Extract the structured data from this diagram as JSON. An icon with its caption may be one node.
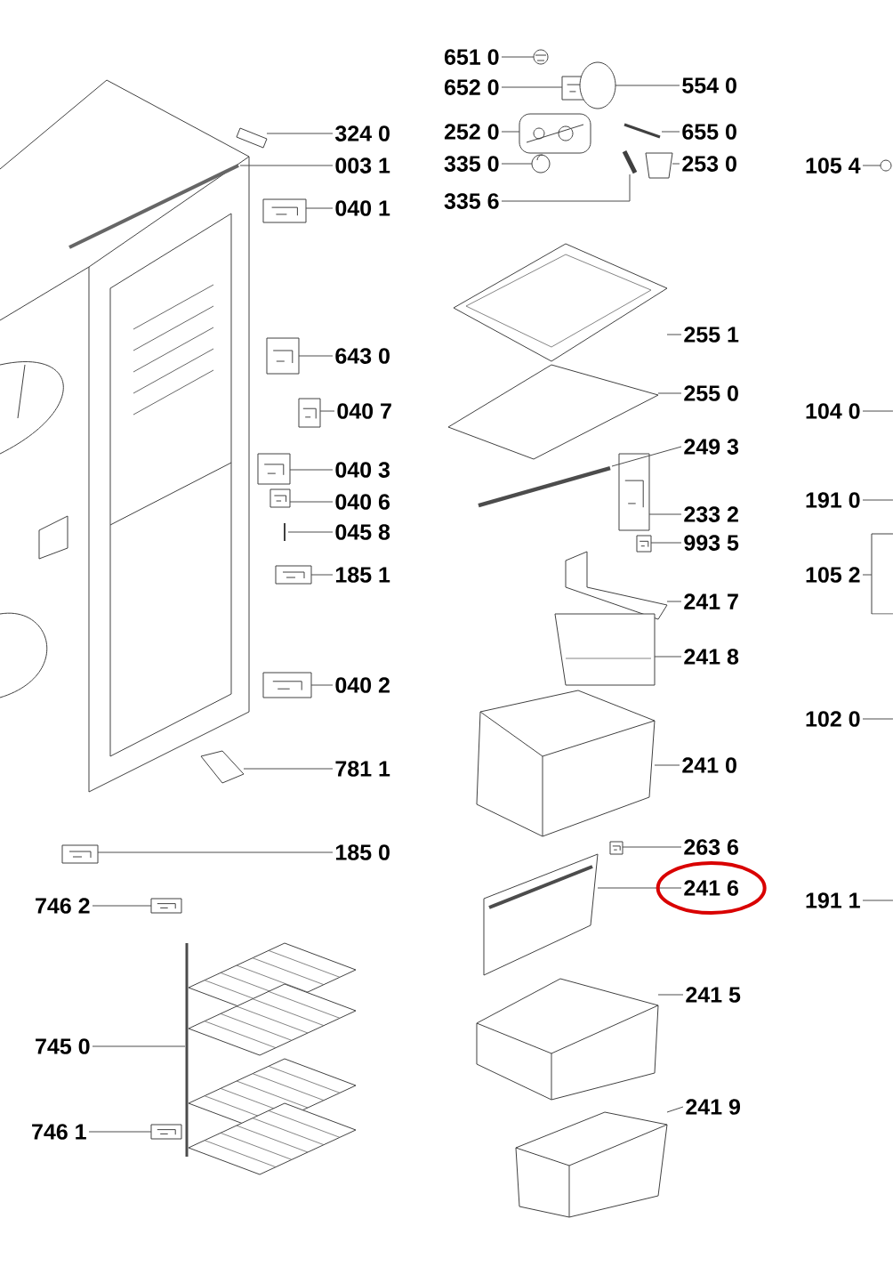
{
  "diagram": {
    "nodes": [
      {
        "text": [
          "651 0"
        ]
      },
      {
        "text": [
          "652 0"
        ]
      },
      {
        "text": [
          "554 0"
        ]
      },
      {
        "text": [
          "252 0"
        ]
      },
      {
        "text": [
          "655 0"
        ]
      },
      {
        "text": [
          "335 0"
        ]
      },
      {
        "text": [
          "253 0"
        ]
      },
      {
        "text": [
          "324 0"
        ]
      },
      {
        "text": [
          "003 1"
        ]
      },
      {
        "text": [
          "105 4"
        ]
      },
      {
        "text": [
          "335 6"
        ]
      },
      {
        "text": [
          "040 1"
        ]
      },
      {
        "text": [
          "255 1"
        ]
      },
      {
        "text": [
          "643 0"
        ]
      },
      {
        "text": [
          "255 0"
        ]
      },
      {
        "text": [
          "040 7"
        ]
      },
      {
        "text": [
          "104 0"
        ]
      },
      {
        "text": [
          "249 3"
        ]
      },
      {
        "text": [
          "040 3"
        ]
      },
      {
        "text": [
          "191 0"
        ]
      },
      {
        "text": [
          "040 6"
        ]
      },
      {
        "text": [
          "233 2"
        ]
      },
      {
        "text": [
          "045 8"
        ]
      },
      {
        "text": [
          "993 5"
        ]
      },
      {
        "text": [
          "185 1"
        ]
      },
      {
        "text": [
          "105 2"
        ]
      },
      {
        "text": [
          "241 7"
        ]
      },
      {
        "text": [
          "241 8"
        ]
      },
      {
        "text": [
          "040 2"
        ]
      },
      {
        "text": [
          "102 0"
        ]
      },
      {
        "text": [
          "241 0"
        ]
      },
      {
        "text": [
          "781 1"
        ]
      },
      {
        "text": [
          "263 6"
        ]
      },
      {
        "text": [
          "185 0"
        ]
      },
      {
        "text": [
          "241 6"
        ]
      },
      {
        "text": [
          "191 1"
        ]
      },
      {
        "text": [
          "746 2"
        ]
      },
      {
        "text": [
          "241 5"
        ]
      },
      {
        "text": [
          "745 0"
        ]
      },
      {
        "text": [
          "241 9"
        ]
      },
      {
        "text": [
          "746 1"
        ]
      },
      {
        "text": [],
        "shape": "picture"
      },
      {
        "text": [],
        "shape": "picture"
      },
      {
        "text": [],
        "shape": "picture"
      },
      {
        "text": [],
        "shape": "picture"
      },
      {
        "text": [],
        "shape": "picture"
      },
      {
        "text": [],
        "shape": "picture"
      },
      {
        "text": [],
        "shape": "picture"
      },
      {
        "text": [],
        "shape": "picture"
      },
      {
        "text": [],
        "shape": "picture"
      },
      {
        "text": [],
        "shape": "picture"
      },
      {
        "text": [],
        "shape": "picture"
      },
      {
        "text": [],
        "shape": "picture"
      },
      {
        "text": [],
        "shape": "picture"
      },
      {
        "text": [],
        "shape": "picture"
      },
      {
        "text": [],
        "shape": "picture"
      },
      {
        "text": [],
        "shape": "picture"
      },
      {
        "text": [],
        "shape": "picture"
      },
      {
        "text": [],
        "shape": "picture"
      },
      {
        "text": [],
        "shape": "picture"
      },
      {
        "text": [],
        "shape": "picture"
      },
      {
        "text": [],
        "shape": "picture"
      },
      {
        "text": [],
        "shape": "picture"
      },
      {
        "text": [],
        "shape": "picture"
      },
      {
        "text": [],
        "shape": "picture"
      },
      {
        "text": [],
        "shape": "picture"
      },
      {
        "text": [],
        "shape": "picture"
      },
      {
        "text": [],
        "shape": "picture"
      },
      {
        "text": [],
        "shape": "picture"
      },
      {
        "text": [],
        "shape": "picture"
      },
      {
        "text": [],
        "shape": "picture"
      },
      {
        "text": [],
        "shape": "picture"
      },
      {
        "text": [],
        "shape": "picture"
      },
      {
        "text": [],
        "shape": "picture"
      },
      {
        "text": [],
        "shape": "picture"
      },
      {
        "text": [],
        "shape": "picture"
      },
      {
        "text": [],
        "shape": "picture"
      },
      {
        "text": [],
        "shape": "picture"
      }
    ],
    "edges": [
      {
        "from": 0,
        "to": 41,
        "arrow": "none"
      },
      {
        "from": 1,
        "to": 42,
        "arrow": "none"
      },
      {
        "from": 2,
        "to": 43,
        "arrow": "none"
      },
      {
        "from": 3,
        "to": 44,
        "arrow": "none"
      },
      {
        "from": 4,
        "to": 45,
        "arrow": "none"
      },
      {
        "from": 5,
        "to": 46,
        "arrow": "none"
      },
      {
        "from": 6,
        "to": 47,
        "arrow": "none"
      },
      {
        "from": 7,
        "to": 48,
        "arrow": "none"
      },
      {
        "from": 8,
        "to": 49,
        "arrow": "none"
      },
      {
        "from": 9,
        "to": 50,
        "arrow": "none"
      },
      {
        "from": 10,
        "to": 51,
        "arrow": "none"
      },
      {
        "from": 11,
        "to": 52,
        "arrow": "none"
      },
      {
        "from": 12,
        "to": 53,
        "arrow": "none"
      },
      {
        "from": 13,
        "to": 54,
        "arrow": "none"
      },
      {
        "from": 14,
        "to": 55,
        "arrow": "none"
      },
      {
        "from": 15,
        "to": 56,
        "arrow": "none"
      },
      {
        "from": 16,
        "to": null,
        "arrow": "none"
      },
      {
        "from": 17,
        "to": 57,
        "arrow": "none"
      },
      {
        "from": 18,
        "to": 58,
        "arrow": "none"
      },
      {
        "from": 19,
        "to": null,
        "arrow": "none"
      },
      {
        "from": 20,
        "to": 59,
        "arrow": "none"
      },
      {
        "from": 21,
        "to": 60,
        "arrow": "none"
      },
      {
        "from": 22,
        "to": 61,
        "arrow": "none"
      },
      {
        "from": 23,
        "to": 62,
        "arrow": "none"
      },
      {
        "from": 24,
        "to": 63,
        "arrow": "none"
      },
      {
        "from": 25,
        "to": 64,
        "arrow": "none"
      },
      {
        "from": 26,
        "to": 65,
        "arrow": "none"
      },
      {
        "from": 27,
        "to": 66,
        "arrow": "none"
      },
      {
        "from": 28,
        "to": 67,
        "arrow": "none"
      },
      {
        "from": 29,
        "to": null,
        "arrow": "none"
      },
      {
        "from": 30,
        "to": 68,
        "arrow": "none"
      },
      {
        "from": 31,
        "to": 69,
        "arrow": "none"
      },
      {
        "from": 32,
        "to": 70,
        "arrow": "none"
      },
      {
        "from": 33,
        "to": 71,
        "arrow": "none"
      },
      {
        "from": 34,
        "to": 72,
        "arrow": "none"
      },
      {
        "from": 35,
        "to": null,
        "arrow": "none"
      },
      {
        "from": 36,
        "to": 73,
        "arrow": "none"
      },
      {
        "from": 37,
        "to": 74,
        "arrow": "none"
      },
      {
        "from": 38,
        "to": 75,
        "arrow": "none"
      },
      {
        "from": 39,
        "to": 76,
        "arrow": "none"
      },
      {
        "from": 40,
        "to": 77,
        "arrow": "none"
      }
    ]
  }
}
